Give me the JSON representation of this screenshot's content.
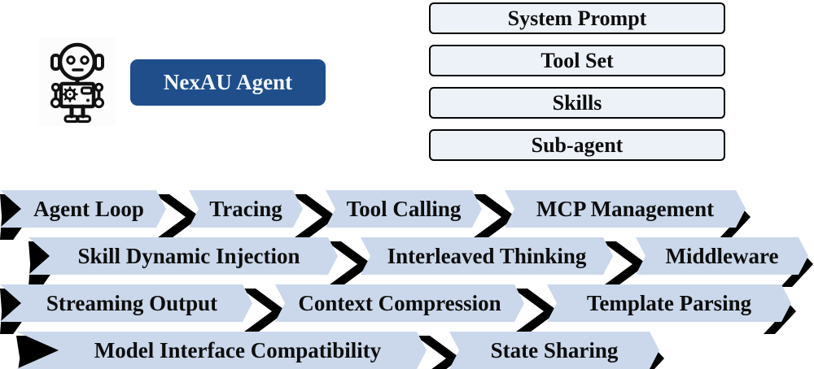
{
  "agent": {
    "label": "NexAU Agent",
    "icon": "robot-icon"
  },
  "config_boxes": {
    "items": [
      {
        "label": "System Prompt"
      },
      {
        "label": "Tool Set"
      },
      {
        "label": "Skills"
      },
      {
        "label": "Sub-agent"
      }
    ]
  },
  "feature_rows": {
    "rows": [
      {
        "items": [
          "Agent Loop",
          "Tracing",
          "Tool Calling",
          "MCP Management"
        ]
      },
      {
        "items": [
          "Skill Dynamic Injection",
          "Interleaved Thinking",
          "Middleware"
        ]
      },
      {
        "items": [
          "Streaming Output",
          "Context Compression",
          "Template Parsing"
        ]
      },
      {
        "items": [
          "Model Interface Compatibility",
          "State Sharing"
        ]
      }
    ]
  },
  "colors": {
    "agent_box": "#1f4e8b",
    "chevron_fill": "#cbd8eb",
    "config_box_fill": "#edf2f9",
    "outline": "#000000",
    "text": "#0d0d0d"
  }
}
